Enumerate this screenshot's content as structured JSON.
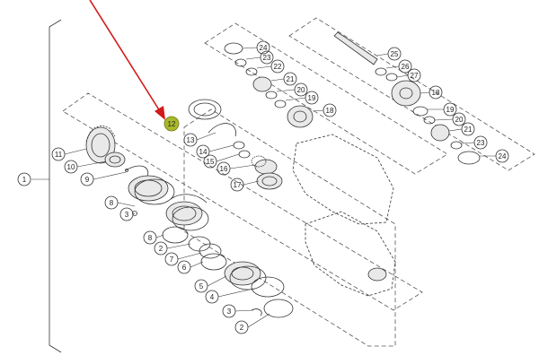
{
  "highlight_color": "#a8b82a",
  "arrow_color": "#d11a1a",
  "callouts": [
    {
      "id": "c1",
      "text": "1"
    },
    {
      "id": "c2a",
      "text": "2"
    },
    {
      "id": "c2b",
      "text": "2"
    },
    {
      "id": "c3a",
      "text": "3"
    },
    {
      "id": "c3b",
      "text": "3"
    },
    {
      "id": "c4",
      "text": "4"
    },
    {
      "id": "c5",
      "text": "5"
    },
    {
      "id": "c6",
      "text": "6"
    },
    {
      "id": "c7",
      "text": "7"
    },
    {
      "id": "c8a",
      "text": "8"
    },
    {
      "id": "c8b",
      "text": "8"
    },
    {
      "id": "c9",
      "text": "9"
    },
    {
      "id": "c10",
      "text": "10"
    },
    {
      "id": "c11",
      "text": "11"
    },
    {
      "id": "c12",
      "text": "12"
    },
    {
      "id": "c13",
      "text": "13"
    },
    {
      "id": "c14",
      "text": "14"
    },
    {
      "id": "c15",
      "text": "15"
    },
    {
      "id": "c16",
      "text": "16"
    },
    {
      "id": "c17",
      "text": "17"
    },
    {
      "id": "c18a",
      "text": "18"
    },
    {
      "id": "c18b",
      "text": "18"
    },
    {
      "id": "c19a",
      "text": "19"
    },
    {
      "id": "c19b",
      "text": "19"
    },
    {
      "id": "c20a",
      "text": "20"
    },
    {
      "id": "c20b",
      "text": "20"
    },
    {
      "id": "c21a",
      "text": "21"
    },
    {
      "id": "c21b",
      "text": "21"
    },
    {
      "id": "c22",
      "text": "22"
    },
    {
      "id": "c23a",
      "text": "23"
    },
    {
      "id": "c23b",
      "text": "23"
    },
    {
      "id": "c24a",
      "text": "24"
    },
    {
      "id": "c24b",
      "text": "24"
    },
    {
      "id": "c25",
      "text": "25"
    },
    {
      "id": "c26",
      "text": "26"
    },
    {
      "id": "c27",
      "text": "27"
    }
  ]
}
